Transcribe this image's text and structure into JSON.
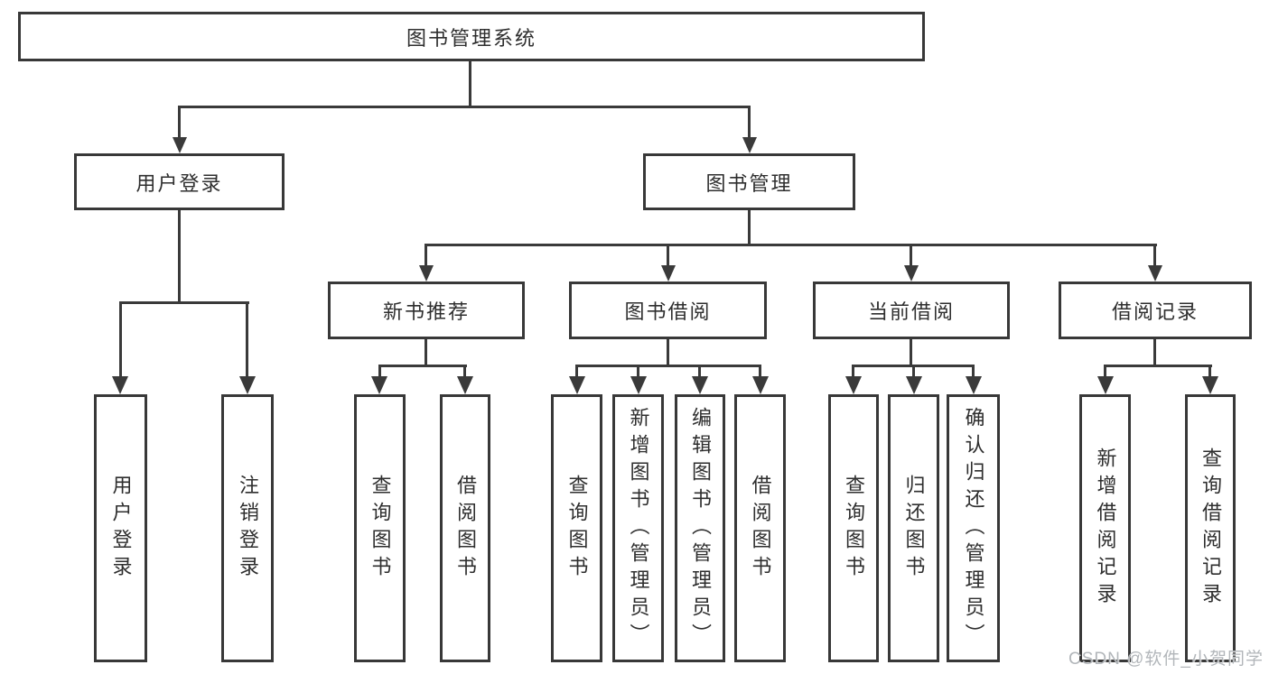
{
  "tree": {
    "label": "图书管理系统",
    "children": [
      {
        "label": "用户登录",
        "children": [
          {
            "label": "用户登录"
          },
          {
            "label": "注销登录"
          }
        ]
      },
      {
        "label": "图书管理",
        "children": [
          {
            "label": "新书推荐",
            "children": [
              {
                "label": "查询图书"
              },
              {
                "label": "借阅图书"
              }
            ]
          },
          {
            "label": "图书借阅",
            "children": [
              {
                "label": "查询图书"
              },
              {
                "label": "新增图书（管理员）"
              },
              {
                "label": "编辑图书（管理员）"
              },
              {
                "label": "借阅图书"
              }
            ]
          },
          {
            "label": "当前借阅",
            "children": [
              {
                "label": "查询图书"
              },
              {
                "label": "归还图书"
              },
              {
                "label": "确认归还（管理员）"
              }
            ]
          },
          {
            "label": "借阅记录",
            "children": [
              {
                "label": "新增借阅记录"
              },
              {
                "label": "查询借阅记录"
              }
            ]
          }
        ]
      }
    ]
  },
  "watermark": {
    "text": "CSDN @软件_小贺同学"
  },
  "colors": {
    "line": "#3a3a3a",
    "box_border": "#383838",
    "box_fill": "#ffffff",
    "text": "#2e2e2e",
    "watermark": "#b2b6ba",
    "background": "#ffffff"
  }
}
